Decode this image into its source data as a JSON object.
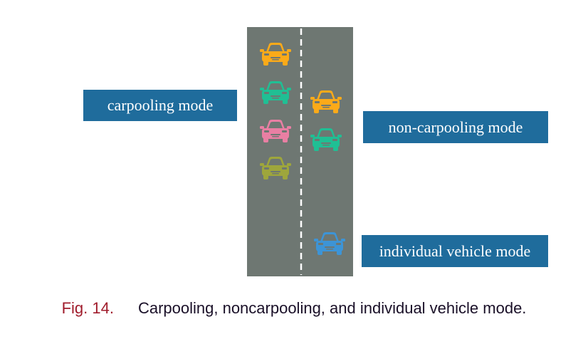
{
  "colors": {
    "road": "#6e7772",
    "lane_divider": "#ffffff",
    "label_background": "#1f6c9c",
    "caption_figure_number": "#a01c2c",
    "caption_text": "#1a1028",
    "car_orange": "#fbaa19",
    "car_teal": "#20bf94",
    "car_pink": "#e97fa3",
    "car_olive": "#9ea63c",
    "car_blue": "#3d94d6"
  },
  "labels": {
    "carpooling": "carpooling mode",
    "non_carpooling": "non-carpooling mode",
    "individual": "individual vehicle mode"
  },
  "cars": {
    "left_lane": [
      "car_orange",
      "car_teal",
      "car_pink",
      "car_olive"
    ],
    "right_lane": [
      "car_orange",
      "car_teal",
      "car_blue"
    ]
  },
  "caption": {
    "figure_number": "Fig. 14.",
    "text": "Carpooling, noncarpooling, and individual vehicle mode."
  }
}
